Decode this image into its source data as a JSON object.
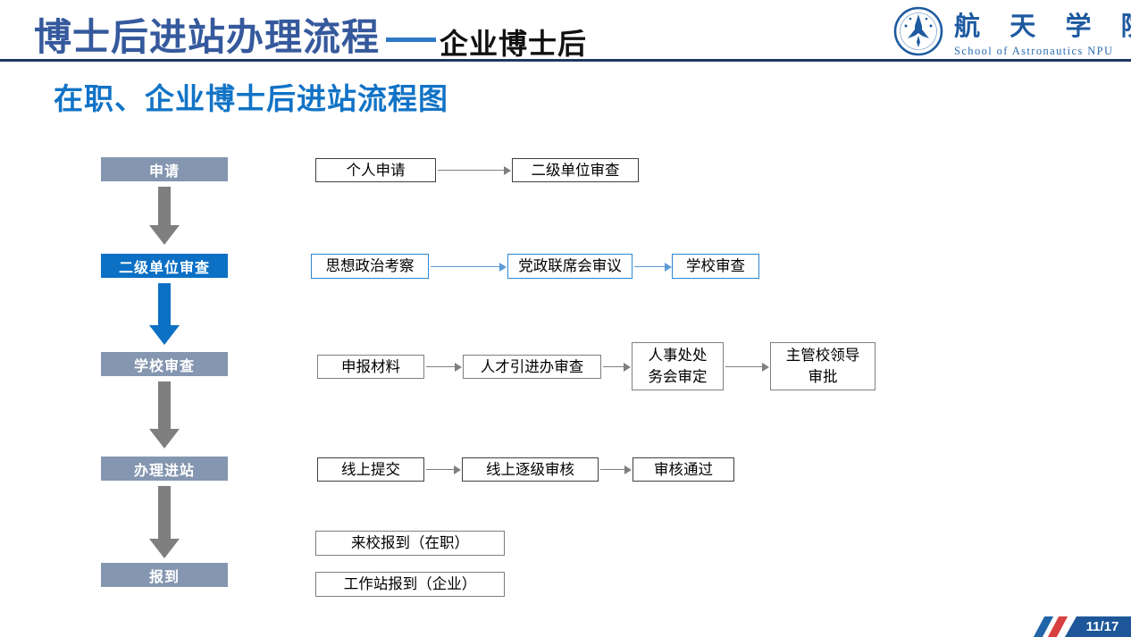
{
  "header": {
    "title": "博士后进站办理流程",
    "title_suffix": "企业博士后",
    "logo": {
      "name_cn": "航 天 学 院",
      "name_en": "School of Astronautics NPU",
      "seal_icon": "rocket-seal-icon"
    }
  },
  "subtitle": "在职、企业博士后进站流程图",
  "stages": [
    {
      "label": "申请",
      "variant": "gray"
    },
    {
      "label": "二级单位审查",
      "variant": "blue"
    },
    {
      "label": "学校审查",
      "variant": "gray"
    },
    {
      "label": "办理进站",
      "variant": "gray"
    },
    {
      "label": "报到",
      "variant": "gray"
    }
  ],
  "stage_arrows": [
    "gray",
    "blue",
    "gray",
    "gray"
  ],
  "flow_rows": [
    {
      "style": "dark",
      "boxes": [
        "个人申请",
        "二级单位审查"
      ]
    },
    {
      "style": "blue",
      "boxes": [
        "思想政治考察",
        "党政联席会审议",
        "学校审查"
      ]
    },
    {
      "style": "gray",
      "boxes": [
        "申报材料",
        "人才引进办审查",
        "人事处处\n务会审定",
        "主管校领导\n审批"
      ]
    },
    {
      "style": "dark",
      "boxes": [
        "线上提交",
        "线上逐级审核",
        "审核通过"
      ]
    },
    {
      "style": "gray",
      "boxes": [
        "来校报到（在职）",
        "工作站报到（企业）"
      ]
    }
  ],
  "footer": {
    "page": "11/17"
  },
  "colors": {
    "title_blue": "#35599C",
    "accent_blue": "#0C70C5",
    "stage_gray": "#8496B0",
    "rule_navy": "#1F3864",
    "footer_navy": "#1E5799",
    "footer_red": "#D94040"
  }
}
